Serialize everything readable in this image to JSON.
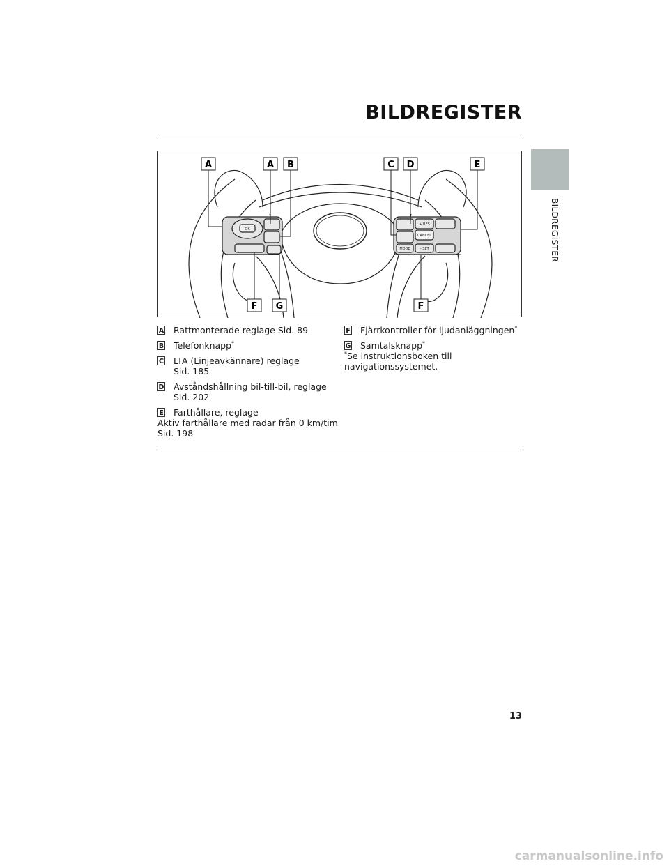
{
  "header": {
    "title": "BILDREGISTER"
  },
  "side_tab": {
    "label": "BILDREGISTER"
  },
  "figure": {
    "callouts": [
      "A",
      "A",
      "B",
      "C",
      "D",
      "E",
      "F",
      "G",
      "F"
    ],
    "buttons": {
      "ok": "OK",
      "res": "+ RES",
      "cancel": "CANCEL",
      "set": "– SET",
      "mode": "MODE"
    }
  },
  "items": [
    {
      "letter": "A",
      "text": "Rattmonterade reglage Sid. 89"
    },
    {
      "letter": "B",
      "text": "Telefonknapp",
      "asterisk": "*"
    },
    {
      "letter": "C",
      "line1": "LTA (Linjeavkännare) reglage",
      "line2": "Sid. 185"
    },
    {
      "letter": "D",
      "line1": "Avståndshållning bil-till-bil, reglage",
      "line2": "Sid. 202"
    },
    {
      "letter": "E",
      "line1": "Farthållare, reglage",
      "line2": "Aktiv farthållare med radar från 0 km/tim",
      "line3": "Sid. 198"
    },
    {
      "letter": "F",
      "text": "Fjärrkontroller för ljudanläggningen",
      "asterisk": "*"
    },
    {
      "letter": "G",
      "text": "Samtalsknapp",
      "asterisk": "*"
    }
  ],
  "footnote": {
    "marker": "*",
    "line1": "Se instruktionsboken till",
    "line2": "navigationssystemet."
  },
  "page_number": "13",
  "watermark": "carmanualsonline.info"
}
